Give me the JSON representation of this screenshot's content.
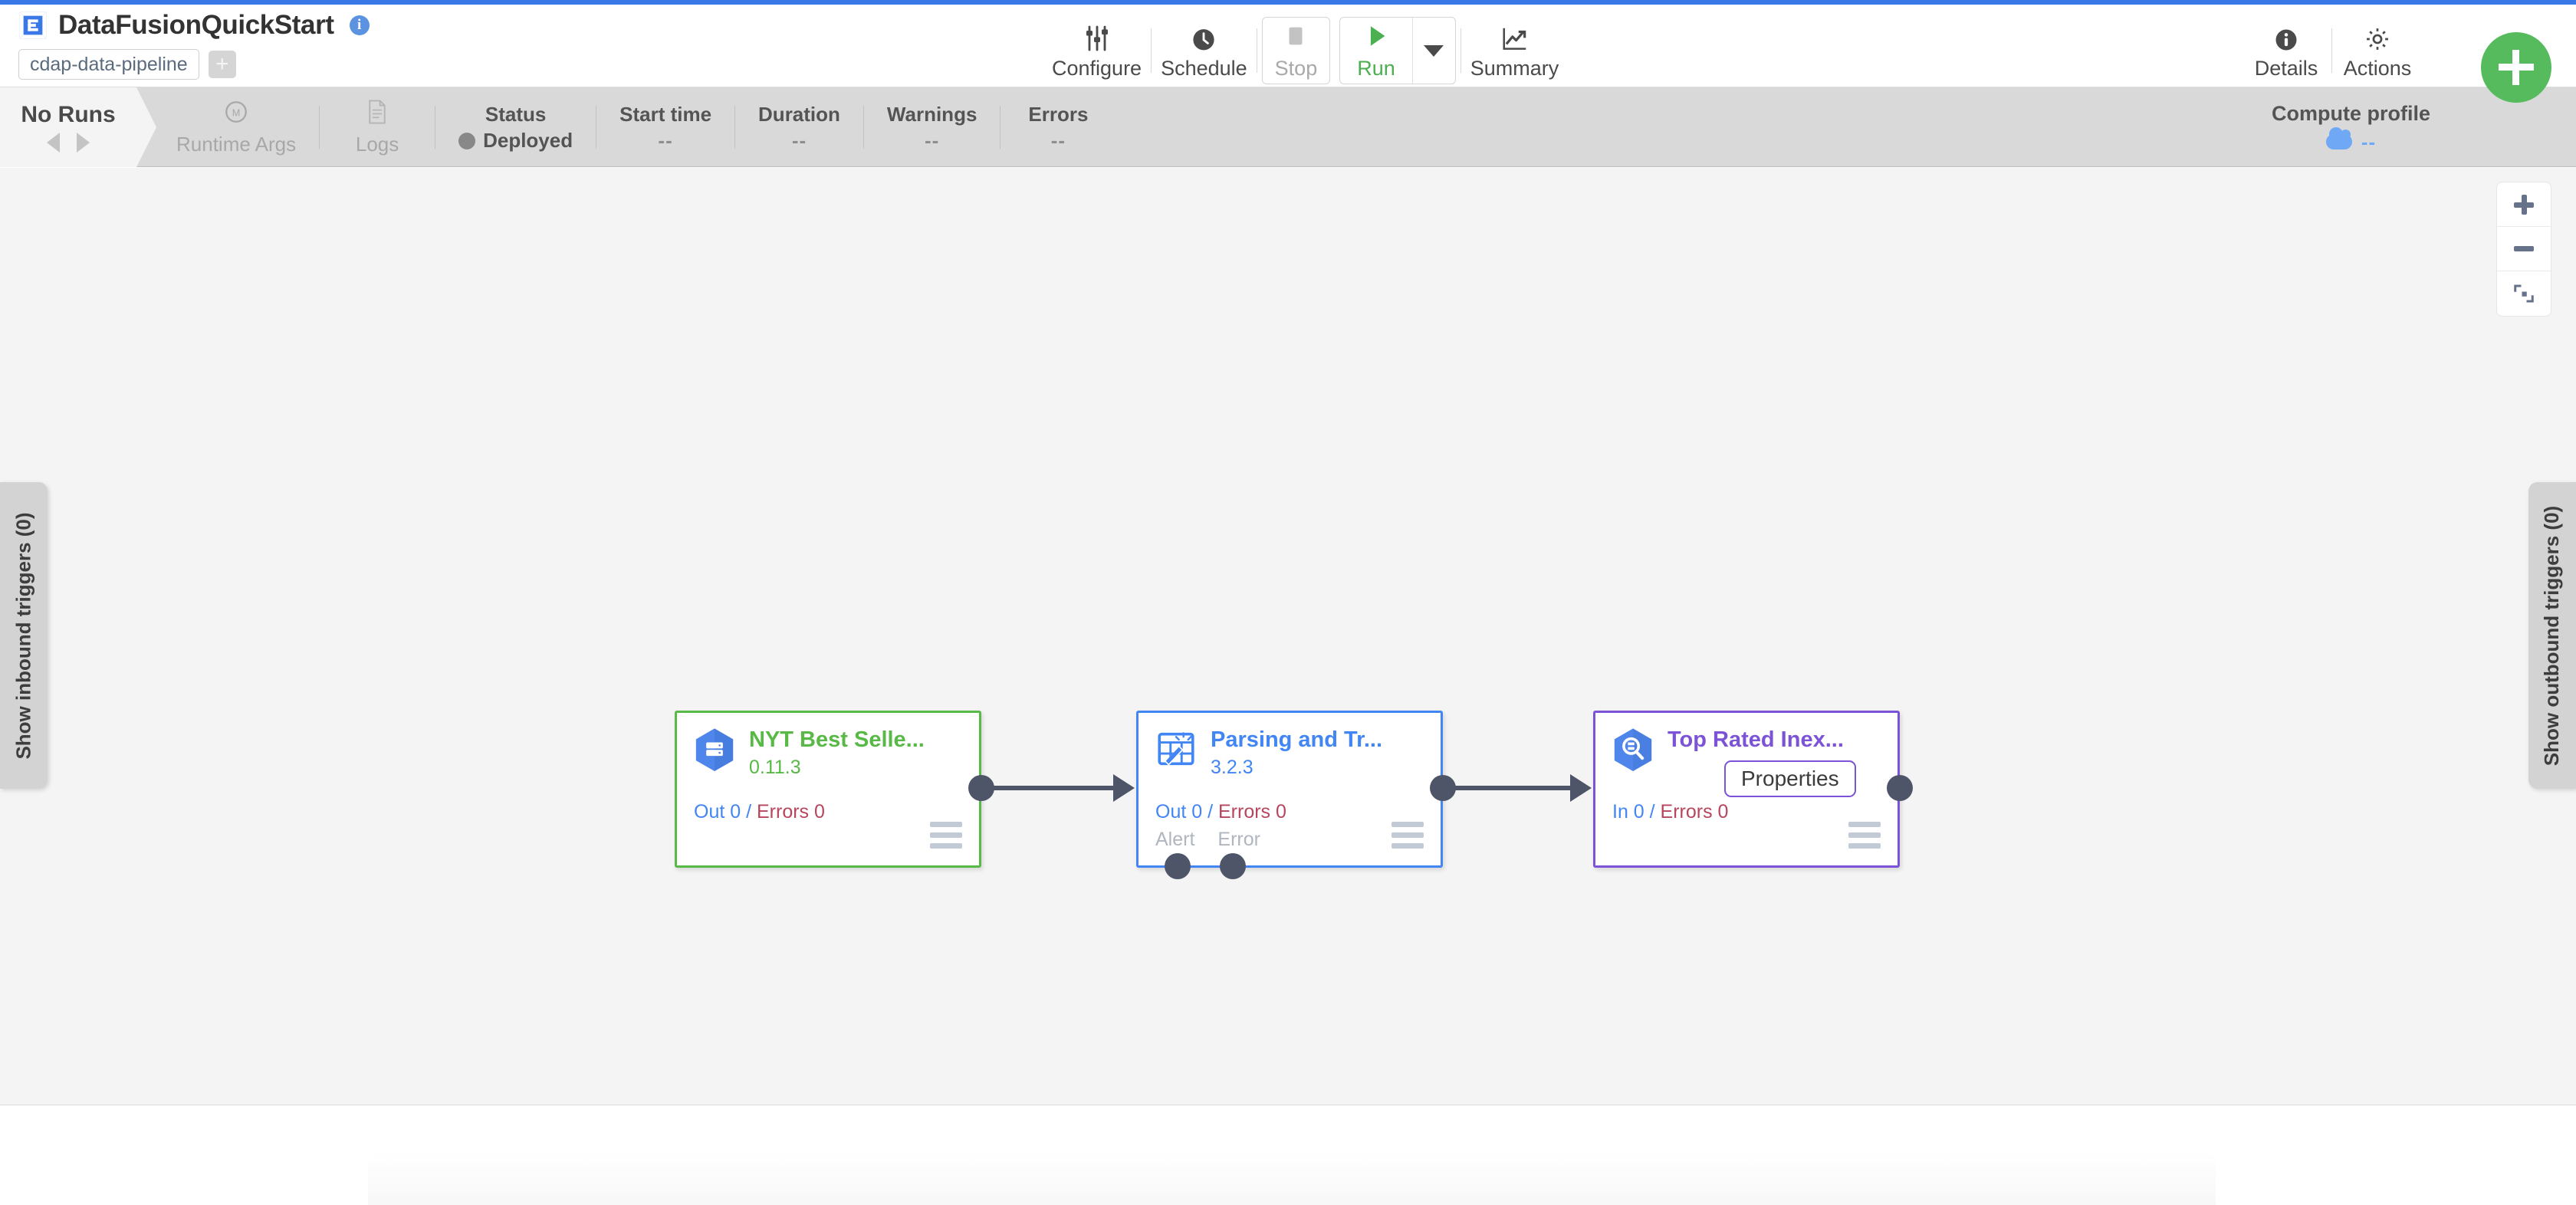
{
  "app": {
    "logo_icon": "cdap-logo-icon",
    "title": "DataFusionQuickStart",
    "info_icon": "info-icon",
    "artifact_chip": "cdap-data-pipeline",
    "artifact_add_label": "+"
  },
  "toolbar": {
    "configure": {
      "label": "Configure",
      "icon": "sliders-icon"
    },
    "schedule": {
      "label": "Schedule",
      "icon": "clock-icon"
    },
    "stop": {
      "label": "Stop",
      "icon": "stop-square-icon"
    },
    "run": {
      "label": "Run",
      "icon": "play-triangle-icon"
    },
    "run_caret_icon": "chevron-down-icon",
    "summary": {
      "label": "Summary",
      "icon": "chart-line-icon"
    },
    "details": {
      "label": "Details",
      "icon": "info-circle-icon"
    },
    "actions": {
      "label": "Actions",
      "icon": "gear-icon"
    },
    "fab_label": "+",
    "fab_icon": "plus-icon",
    "accent_green": "#55bb5d",
    "run_green": "#4caf50"
  },
  "runbar": {
    "no_runs_title": "No Runs",
    "prev_icon": "chevron-left-icon",
    "next_icon": "chevron-right-icon",
    "items": [
      {
        "icon": "runtime-args-icon",
        "top": "",
        "label": "Runtime Args",
        "value": ""
      },
      {
        "icon": "logs-icon",
        "top": "",
        "label": "Logs",
        "value": ""
      }
    ],
    "status": {
      "header": "Status",
      "value": "Deployed",
      "dot_color": "#888888"
    },
    "metrics": [
      {
        "header": "Start time",
        "value": "--"
      },
      {
        "header": "Duration",
        "value": "--"
      },
      {
        "header": "Warnings",
        "value": "--"
      },
      {
        "header": "Errors",
        "value": "--"
      }
    ],
    "compute_profile": {
      "header": "Compute profile",
      "value": "--",
      "icon": "cloud-icon"
    }
  },
  "canvas": {
    "zoom_in_label": "+",
    "zoom_out_label": "-",
    "fit_label": "fit-screen",
    "inbound_tab": "Show inbound triggers (0)",
    "outbound_tab": "Show outbound triggers (0)"
  },
  "pipeline": {
    "nodes": [
      {
        "id": "source",
        "name": "NYT Best Selle...",
        "version": "0.11.3",
        "icon": "bigquery-source-icon",
        "border_color": "#58b947",
        "metrics_prefix": "Out 0",
        "metrics_sep": " / ",
        "metrics_errors": "Errors 0",
        "ports": [],
        "menu_icon": "hamburger-menu-icon"
      },
      {
        "id": "transform",
        "name": "Parsing and Tr...",
        "version": "3.2.3",
        "icon": "wrangler-transform-icon",
        "border_color": "#4285f4",
        "metrics_prefix": "Out 0",
        "metrics_sep": " / ",
        "metrics_errors": "Errors 0",
        "ports": [
          "Alert",
          "Error"
        ],
        "menu_icon": "hamburger-menu-icon"
      },
      {
        "id": "sink",
        "name": "Top Rated Inex...",
        "version": "",
        "icon": "bigquery-sink-icon",
        "border_color": "#7c52d6",
        "metrics_prefix": "In 0",
        "metrics_sep": " / ",
        "metrics_errors": "Errors 0",
        "ports": [],
        "tooltip": "Properties",
        "menu_icon": "hamburger-menu-icon"
      }
    ]
  }
}
